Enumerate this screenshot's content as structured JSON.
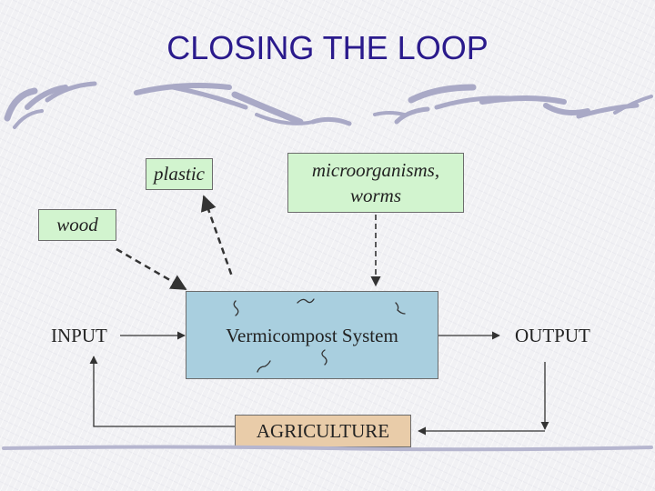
{
  "title": "CLOSING THE LOOP",
  "nodes": {
    "plastic": "plastic",
    "microorganisms": "microorganisms,",
    "worms": "worms",
    "wood": "wood",
    "input": "INPUT",
    "system": "Vermicompost System",
    "output": "OUTPUT",
    "agriculture": "AGRICULTURE"
  },
  "colors": {
    "title": "#2a1a8c",
    "green_box": "#d2f4cf",
    "system_box": "#a9cfdf",
    "agriculture_box": "#e9cca9",
    "decor": "#a9a9c6"
  }
}
